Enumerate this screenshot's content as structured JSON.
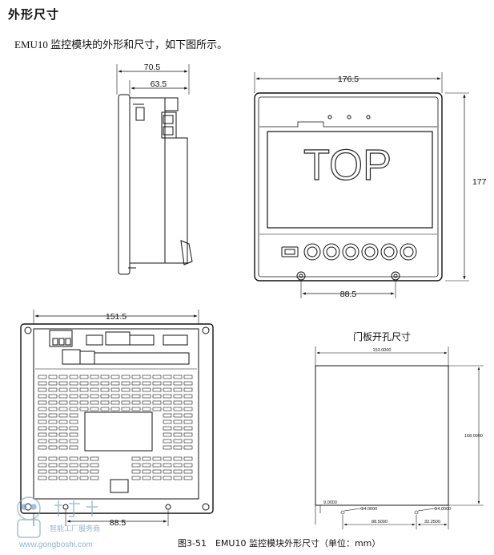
{
  "section": {
    "title": "外形尺寸"
  },
  "intro": {
    "text": "EMU10 监控模块的外形和尺寸，如下图所示。"
  },
  "side_view": {
    "dim_outer": "70.5",
    "dim_inner": "63.5"
  },
  "front_view": {
    "dim_width": "176.5",
    "dim_height": "177",
    "dim_bottom": "88.5",
    "top_label": "TOP"
  },
  "back_view": {
    "dim_width": "151.5",
    "dim_bottom": "88.5"
  },
  "cutout": {
    "title": "门板开孔尺寸",
    "dim_width": "153.0000",
    "dim_height": "168.0000",
    "dim_small_left": "9.0000",
    "dim_hole_1": "Φ4.0000",
    "dim_hole_2": "Φ4.0000",
    "dim_bottom_1": "88.5000",
    "dim_bottom_2": "32.2500"
  },
  "caption": {
    "text": "图3-51　EMU10 监控模块外形尺寸（单位：mm）"
  },
  "watermark": {
    "line1": "智能工厂服务商",
    "line2": "www.gongboshi.com"
  }
}
